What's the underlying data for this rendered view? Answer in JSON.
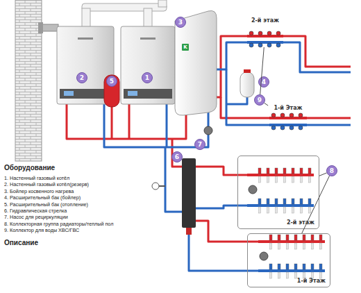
{
  "diagram": {
    "nodes": [
      {
        "text": [
          "2"
        ]
      },
      {
        "text": [
          "1"
        ]
      },
      {
        "text": [
          "3"
        ]
      },
      {
        "text": [
          "5"
        ]
      },
      {
        "text": [
          "4"
        ]
      },
      {
        "text": [
          "9"
        ]
      },
      {
        "text": [
          "6"
        ]
      },
      {
        "text": [
          "7"
        ]
      },
      {
        "text": [
          "8"
        ]
      },
      {
        "text": [
          "2-й этаж"
        ]
      },
      {
        "text": [
          "1-й Этаж"
        ]
      },
      {
        "text": [
          "2-й этаж"
        ]
      },
      {
        "text": [
          "1-й Этаж"
        ]
      }
    ],
    "edges": [
      {
        "from": 5,
        "to": 9,
        "arrow": "none"
      },
      {
        "from": 5,
        "to": 10,
        "arrow": "none"
      },
      {
        "from": 8,
        "to": 11,
        "arrow": "none"
      },
      {
        "from": 8,
        "to": 12,
        "arrow": "none"
      }
    ],
    "labels": [
      "Оборудование",
      "1. Настенный газовый котёл",
      "2. Настенный газовый котёл(резерв)",
      "3. Бойлер косвенного нагрева",
      "4. Расширительный бак (бойлер)",
      "5. Расширительный бак (отопление)",
      "6. Гидравлическая стрелка",
      "7. Насос для рециркуляции",
      "8. Коллекторная группа радиаторы/теплый пол",
      "9. Коллектор для воды ХВС/ГВС",
      "Описание",
      "K"
    ]
  }
}
